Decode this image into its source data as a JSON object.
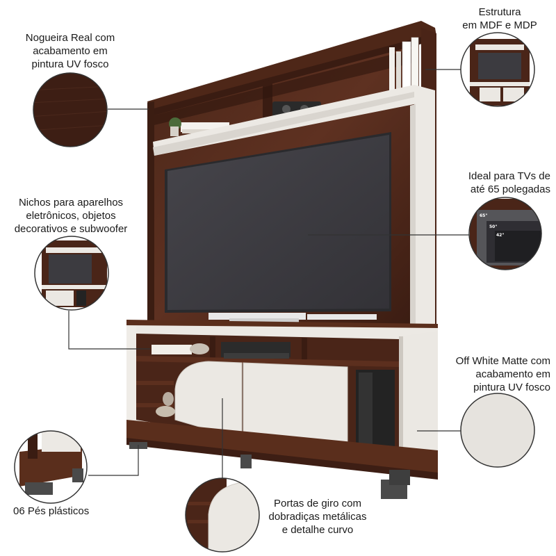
{
  "features": {
    "wood_finish": {
      "lines": [
        "Nogueira Real com",
        "acabamento em",
        "pintura UV fosco"
      ],
      "swatch_color": "#3d1e14",
      "icon": "wood-swatch"
    },
    "structure": {
      "lines": [
        "Estrutura",
        "em MDF e MDP"
      ],
      "icon": "structure-detail-photo"
    },
    "tv_size": {
      "lines": [
        "Ideal para TVs de",
        "até 65 polegadas"
      ],
      "icon": "tv-size-detail-photo",
      "size_marks": [
        "65\"",
        "50\"",
        "42\""
      ]
    },
    "niches": {
      "lines": [
        "Nichos para aparelhos",
        "eletrônicos, objetos",
        "decorativos e subwoofer"
      ],
      "icon": "niche-detail-photo"
    },
    "offwhite_finish": {
      "lines": [
        "Off White Matte com",
        "acabamento em",
        "pintura UV fosco"
      ],
      "swatch_color": "#e6e3de",
      "icon": "offwhite-swatch"
    },
    "feet": {
      "lines": [
        "06 Pés plásticos"
      ],
      "icon": "feet-detail-photo"
    },
    "doors": {
      "lines": [
        "Portas de giro com",
        "dobradiças metálicas",
        "e detalhe curvo"
      ],
      "icon": "door-detail-photo"
    }
  },
  "colors": {
    "walnut": "#5a2e1c",
    "walnut_dark": "#3d1e14",
    "offwhite": "#ece9e4",
    "tv_screen": "#3c3b40",
    "feet": "#4a4a4a",
    "leader_line": "#333333"
  }
}
